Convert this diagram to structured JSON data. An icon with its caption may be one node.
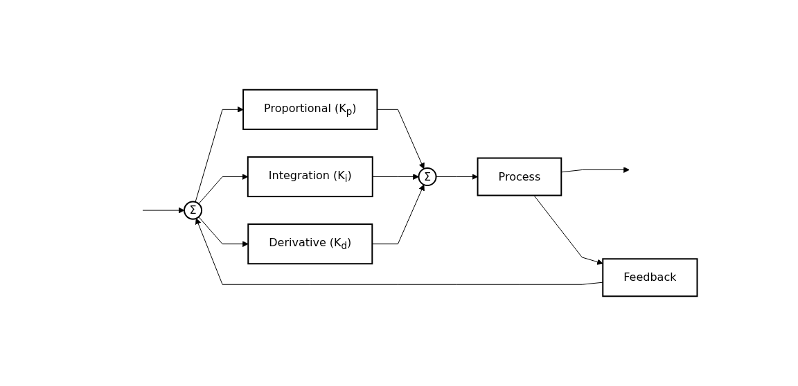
{
  "diagram": {
    "nodes": [
      {
        "text": [
          "Σ"
        ]
      },
      {
        "text": [
          "Proportional (K$_{p}$)"
        ]
      },
      {
        "text": [
          "Integration (K$_{i}$)"
        ]
      },
      {
        "text": [
          "Derivative (K$_{d}$)"
        ]
      },
      {
        "text": [
          "Σ"
        ]
      },
      {
        "text": [
          "Process"
        ]
      },
      {
        "text": [
          "Feedback"
        ]
      }
    ],
    "edges": [
      {
        "from": null,
        "to": 0,
        "arrow": "to"
      },
      {
        "from": 0,
        "to": 1,
        "arrow": "to"
      },
      {
        "from": 0,
        "to": 2,
        "arrow": "to"
      },
      {
        "from": 0,
        "to": 3,
        "arrow": "to"
      },
      {
        "from": 1,
        "to": 4,
        "arrow": "to"
      },
      {
        "from": 2,
        "to": 4,
        "arrow": "to"
      },
      {
        "from": 3,
        "to": 4,
        "arrow": "to"
      },
      {
        "from": 4,
        "to": 5,
        "arrow": "to"
      },
      {
        "from": 5,
        "to": null,
        "arrow": "to"
      },
      {
        "from": 5,
        "to": 6,
        "arrow": "to"
      },
      {
        "from": 6,
        "to": 0,
        "arrow": "to"
      }
    ]
  }
}
